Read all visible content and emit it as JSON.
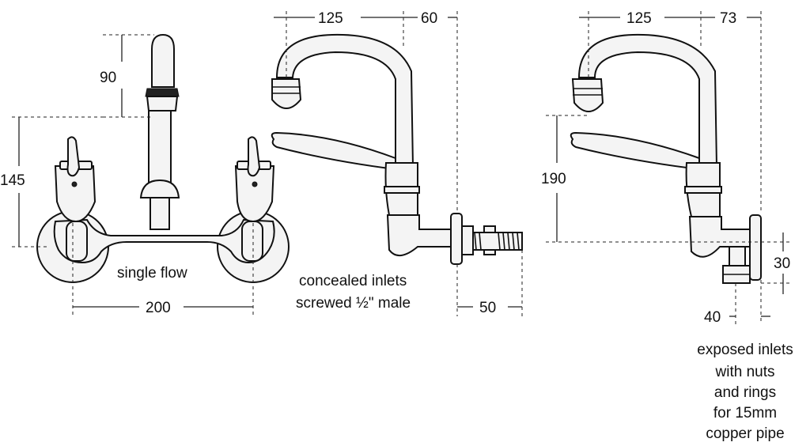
{
  "views": {
    "front": {
      "dim_height_spout": "90",
      "dim_height_inlet": "145",
      "dim_centres": "200",
      "caption": "single flow"
    },
    "side_concealed": {
      "dim_spout_reach": "125",
      "dim_spout_offset": "60",
      "dim_thread_length": "50",
      "caption_line1": "concealed inlets",
      "caption_line2": "screwed ½\" male"
    },
    "side_exposed": {
      "dim_spout_reach": "125",
      "dim_spout_offset": "73",
      "dim_height": "190",
      "dim_inlet_drop": "30",
      "dim_inlet_projection": "40",
      "caption_lines": [
        "exposed inlets",
        "with nuts",
        "and rings",
        "for 15mm",
        "copper pipe"
      ]
    }
  }
}
